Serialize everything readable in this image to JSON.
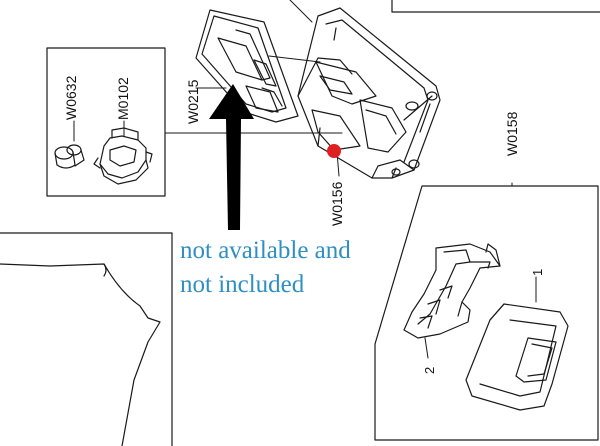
{
  "parts": {
    "w0632": "W0632",
    "m0102": "M0102",
    "w0215": "W0215",
    "w0156": "W0156",
    "w0158": "W0158",
    "item_1": "1",
    "item_2": "2"
  },
  "note": {
    "line1": "not available and",
    "line2": "not included",
    "color": "#2e8fc4"
  },
  "marker_color": "#e02020",
  "arrow_color": "#000000"
}
